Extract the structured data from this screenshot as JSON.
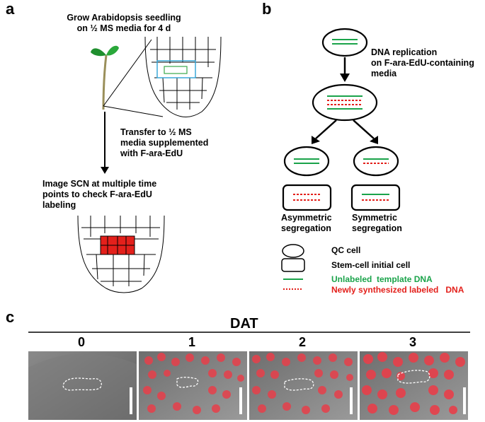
{
  "panel_a": {
    "letter": "a",
    "step1": "Grow Arabidopsis seedling\non ½ MS media for 4 d",
    "step2": "Transfer to ½ MS\nmedia supplemented\nwith F-ara-EdU",
    "step3": "Image SCN at multiple time\npoints to check F-ara-EdU\nlabeling"
  },
  "panel_b": {
    "letter": "b",
    "replication": "DNA replication\non F-ara-EdU-containing\nmedia",
    "asym": "Asymmetric\nsegregation",
    "sym": "Symmetric\nsegregation",
    "legend": {
      "qc": "QC cell",
      "stem": "Stem-cell initial cell",
      "template": "Unlabeled  template DNA",
      "new": "Newly synthesized labeled   DNA"
    },
    "colors": {
      "template": "#1aa34a",
      "new": "#e3201b"
    }
  },
  "panel_c": {
    "letter": "c",
    "header": "DAT",
    "timepoints": [
      "0",
      "1",
      "2",
      "3"
    ]
  }
}
